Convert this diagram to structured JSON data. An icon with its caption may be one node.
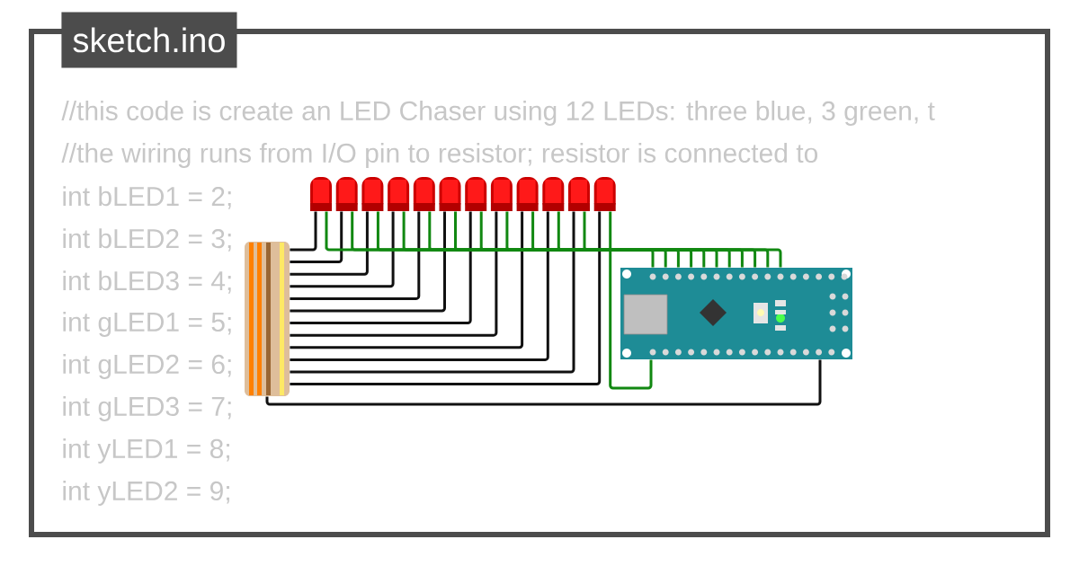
{
  "diagram": {
    "title": "sketch.ino",
    "nodes": [
      {
        "text": [],
        "shape": "picture"
      },
      {
        "text": [],
        "shape": "picture"
      },
      {
        "text": [],
        "shape": "picture"
      },
      {
        "text": [],
        "shape": "picture"
      },
      {
        "text": [],
        "shape": "picture"
      },
      {
        "text": [],
        "shape": "picture"
      },
      {
        "text": [],
        "shape": "picture"
      },
      {
        "text": [],
        "shape": "picture"
      },
      {
        "text": [],
        "shape": "picture"
      },
      {
        "text": [],
        "shape": "picture"
      },
      {
        "text": [],
        "shape": "picture"
      },
      {
        "text": [],
        "shape": "picture"
      },
      {
        "text": [],
        "shape": "picture"
      },
      {
        "text": [],
        "shape": "picture"
      }
    ],
    "edges": [
      {
        "from": 0,
        "to": 12,
        "arrow": "none"
      },
      {
        "from": 1,
        "to": 12,
        "arrow": "none"
      },
      {
        "from": 2,
        "to": 12,
        "arrow": "none"
      },
      {
        "from": 3,
        "to": 12,
        "arrow": "none"
      },
      {
        "from": 4,
        "to": 12,
        "arrow": "none"
      },
      {
        "from": 5,
        "to": 12,
        "arrow": "none"
      },
      {
        "from": 6,
        "to": 12,
        "arrow": "none"
      },
      {
        "from": 7,
        "to": 12,
        "arrow": "none"
      },
      {
        "from": 8,
        "to": 12,
        "arrow": "none"
      },
      {
        "from": 9,
        "to": 12,
        "arrow": "none"
      },
      {
        "from": 10,
        "to": 12,
        "arrow": "none"
      },
      {
        "from": 11,
        "to": 12,
        "arrow": "none"
      },
      {
        "from": 0,
        "to": 13,
        "arrow": "none",
        "color": "#118811"
      },
      {
        "from": 1,
        "to": 13,
        "arrow": "none",
        "color": "#118811"
      },
      {
        "from": 2,
        "to": 13,
        "arrow": "none",
        "color": "#118811"
      },
      {
        "from": 3,
        "to": 13,
        "arrow": "none",
        "color": "#118811"
      },
      {
        "from": 4,
        "to": 13,
        "arrow": "none",
        "color": "#118811"
      },
      {
        "from": 5,
        "to": 13,
        "arrow": "none",
        "color": "#118811"
      },
      {
        "from": 6,
        "to": 13,
        "arrow": "none",
        "color": "#118811"
      },
      {
        "from": 7,
        "to": 13,
        "arrow": "none",
        "color": "#118811"
      },
      {
        "from": 8,
        "to": 13,
        "arrow": "none",
        "color": "#118811"
      },
      {
        "from": 9,
        "to": 13,
        "arrow": "none",
        "color": "#118811"
      },
      {
        "from": 10,
        "to": 13,
        "arrow": "none",
        "color": "#118811"
      },
      {
        "from": 11,
        "to": 13,
        "arrow": "none",
        "color": "#118811"
      },
      {
        "from": 12,
        "to": 13,
        "arrow": "none"
      }
    ],
    "labels": [
      "//this code is create an LED Chaser using 12 LEDs: three blue, 3 green, t",
      "//the wiring runs from I/O pin to resistor; resistor is connected to",
      "int bLED1 = 2;",
      "int bLED2 = 3;",
      "int bLED3 = 4;",
      "int gLED1 = 5;",
      "int gLED2 = 6;",
      "int gLED3 = 7;",
      "int yLED1 = 8;",
      "int yLED2 = 9;"
    ]
  }
}
